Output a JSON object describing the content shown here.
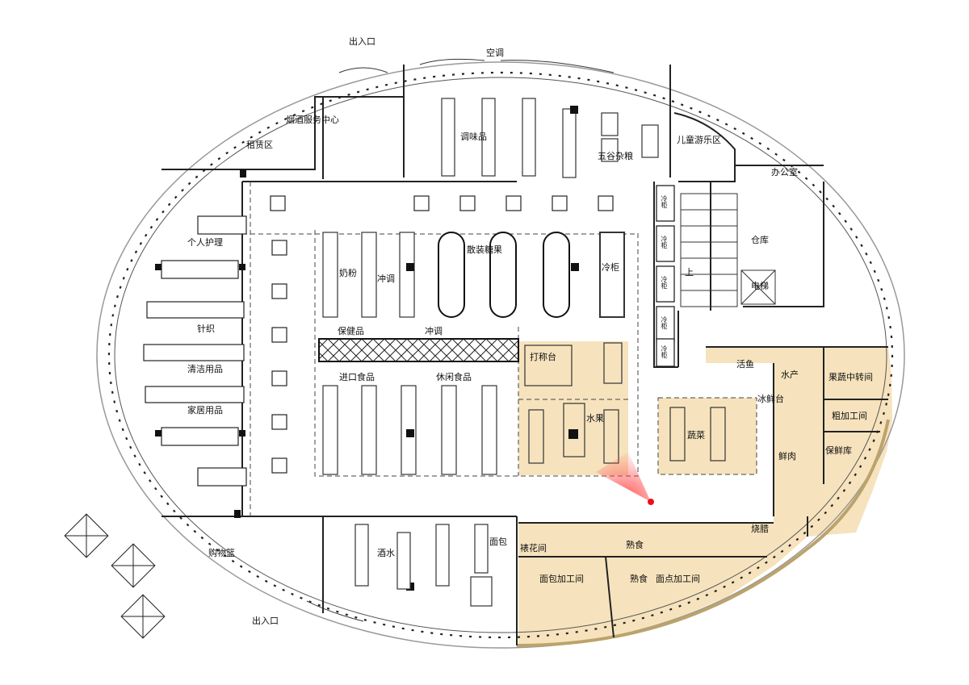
{
  "floorplan": {
    "zones": {
      "entrance_top": "出入口",
      "entrance_bottom": "出入口",
      "aircon_top": "空调",
      "tobacco_service": "烟酒服务中心",
      "rental": "租赁区",
      "seasoning": "调味品",
      "grains": "五谷杂粮",
      "kids_play": "儿童游乐区",
      "office": "办公室",
      "warehouse": "仓库",
      "elevator": "电梯",
      "stair_up": "上",
      "personal_care": "个人护理",
      "knitwear": "针织",
      "cleaning": "清洁用品",
      "household": "家居用品",
      "milk_powder": "奶粉",
      "drinks_mix": "冲调",
      "bulk_candy": "散装糖果",
      "cooler": "冷柜",
      "health": "保健品",
      "drinks_mix_2": "冲调",
      "imported_food": "进口食品",
      "snacks": "休闲食品",
      "weighing": "打称台",
      "fruit": "水果",
      "vegetables": "蔬菜",
      "live_fish": "活鱼",
      "aquatic": "水产",
      "ice_counter": "冰鲜台",
      "fresh_meat": "鲜肉",
      "produce_transfer": "果蔬中转间",
      "rough_processing": "粗加工间",
      "cold_storage": "保鲜库",
      "roast_cured": "烧腊",
      "deli": "熟食",
      "bread": "面包",
      "decorating": "裱花间",
      "bakery_room": "面包加工间",
      "deli_room": "熟食",
      "pastry_room": "面点加工间",
      "liquor": "酒水",
      "cart_area": "购物篮"
    },
    "cooler_tags": [
      "冷柜",
      "冷柜",
      "冷柜",
      "冷柜",
      "冷柜"
    ],
    "colors": {
      "fresh_zone": "#f6e3bd",
      "wall": "#222222",
      "glass": "#aaaaaa",
      "fixture": "#333333",
      "pin": "#e8111a"
    }
  }
}
